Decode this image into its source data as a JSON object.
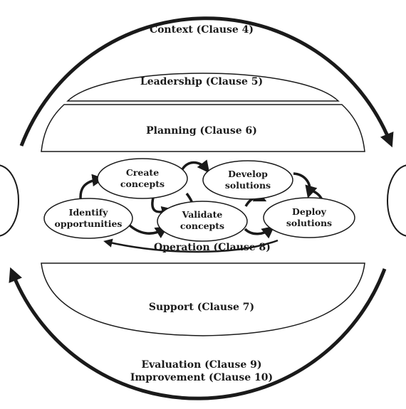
{
  "clauses": {
    "context": "Context (Clause 4)",
    "leadership": "Leadership (Clause 5)",
    "planning": "Planning (Clause 6)",
    "operation": "Operation (Clause 8)",
    "support": "Support (Clause 7)",
    "evaluation": "Evaluation (Clause 9)",
    "improvement": "Improvement (Clause 10)"
  },
  "nodes": {
    "identify": [
      "Identify",
      "opportunities"
    ],
    "create": [
      "Create",
      "concepts"
    ],
    "validate": [
      "Validate",
      "concepts"
    ],
    "develop": [
      "Develop",
      "solutions"
    ],
    "deploy": [
      "Deploy",
      "solutions"
    ]
  },
  "colors": {
    "stroke": "#1a1a1a",
    "fill": "#ffffff"
  }
}
